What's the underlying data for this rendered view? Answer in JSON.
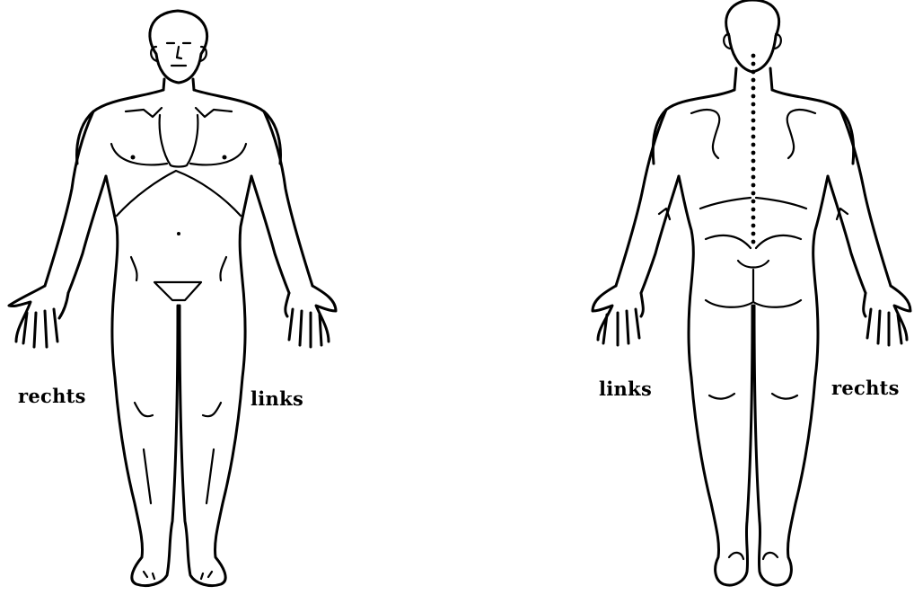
{
  "front_view": {
    "right_label": "rechts",
    "left_label": "links"
  },
  "back_view": {
    "left_label": "links",
    "right_label": "rechts"
  },
  "colors": {
    "line": "#000000",
    "background": "#ffffff"
  }
}
